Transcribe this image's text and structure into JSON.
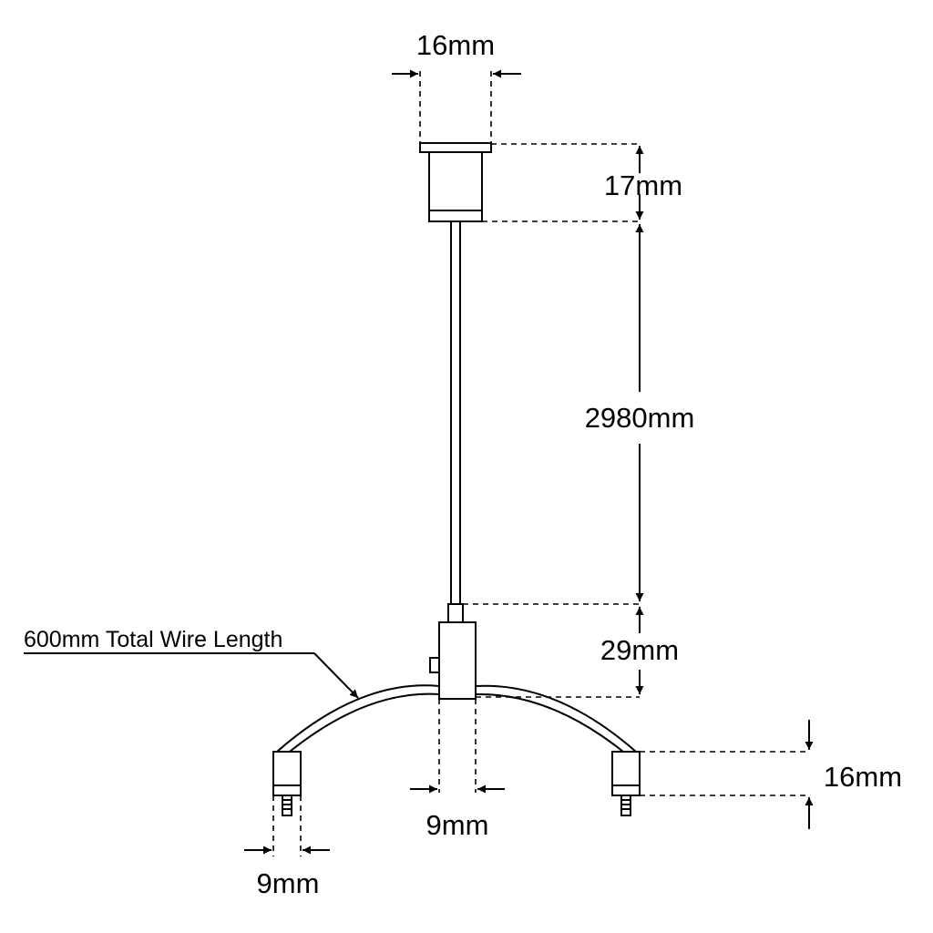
{
  "dimensions": {
    "top_width": "16mm",
    "canopy_height": "17mm",
    "cable_length": "2980mm",
    "hub_height": "29mm",
    "hub_width": "9mm",
    "end_cap_height": "16mm",
    "end_cap_width": "9mm"
  },
  "notes": {
    "wire_length": "600mm Total Wire Length"
  }
}
